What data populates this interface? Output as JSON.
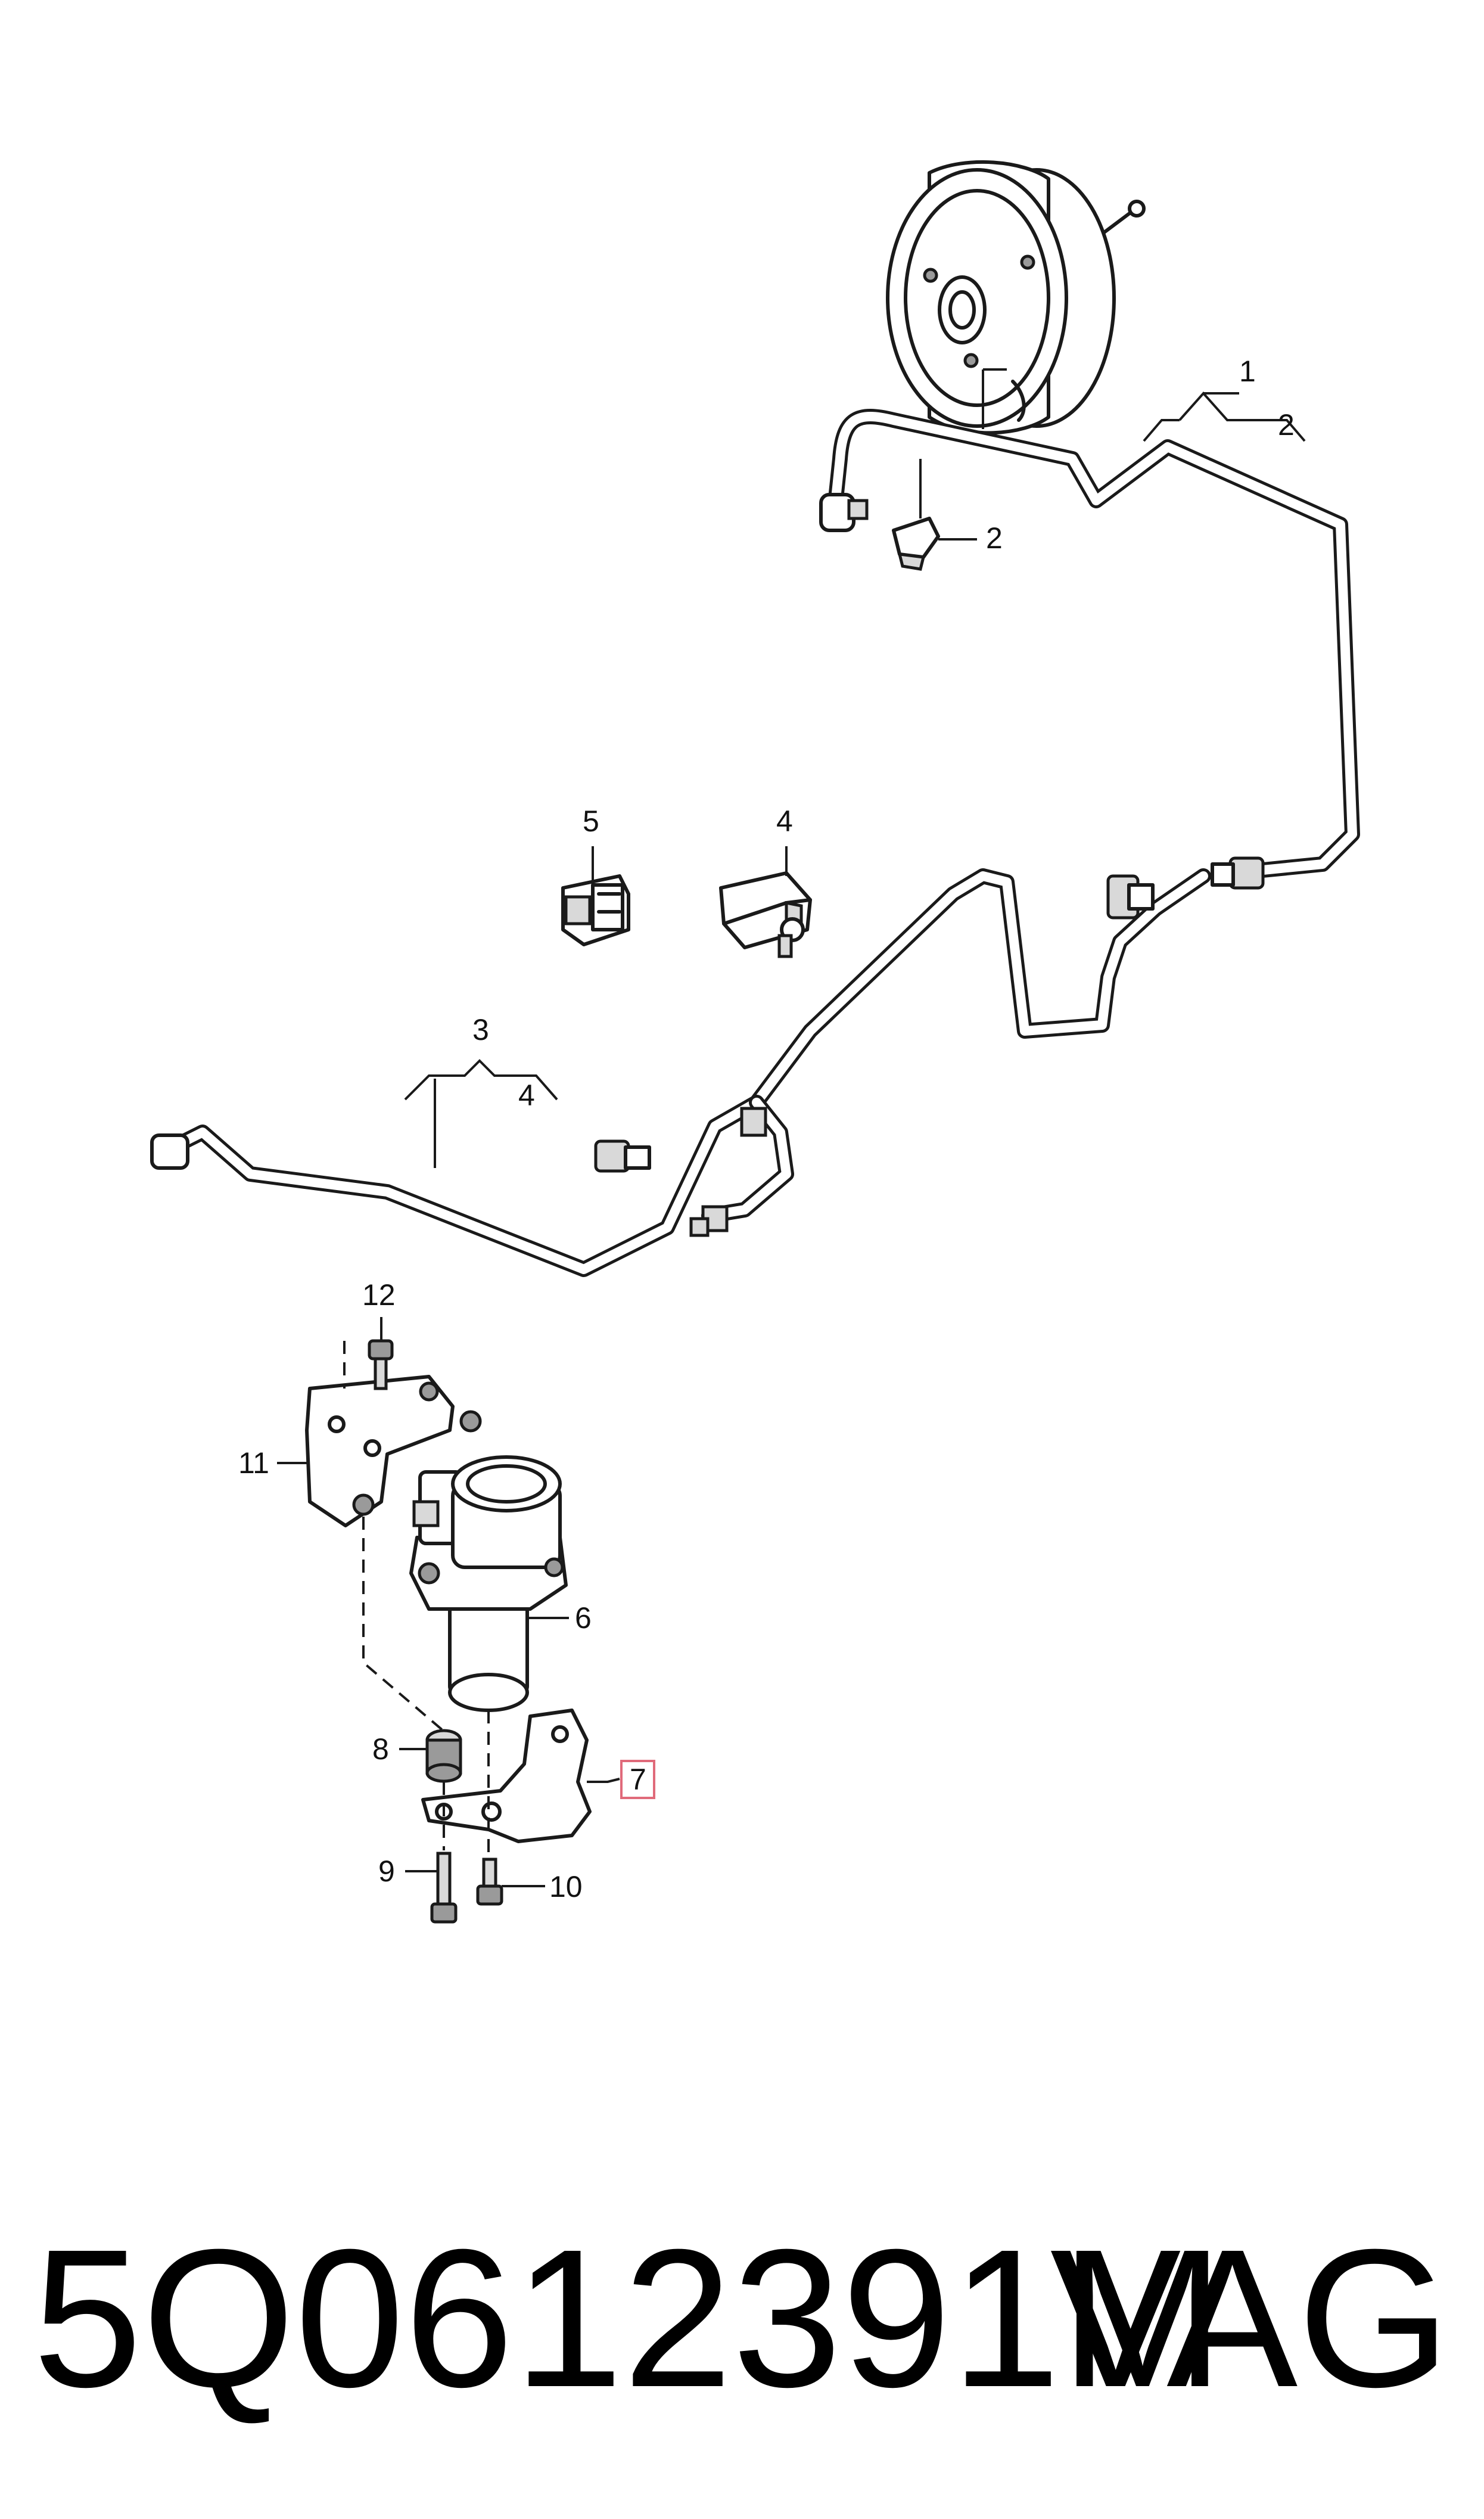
{
  "callouts": {
    "c1": "1",
    "c2a": "2",
    "c2b": "2",
    "c3": "3",
    "c4a": "4",
    "c4b": "4",
    "c5": "5",
    "c6": "6",
    "c7": "7",
    "c8": "8",
    "c9": "9",
    "c10": "10",
    "c11": "11",
    "c12": "12"
  },
  "footer": {
    "part_number": "5Q0612391M",
    "brand": "VAG"
  },
  "colors": {
    "line": "#1a1a1a",
    "highlight_box": "#e06a7a",
    "background": "#ffffff"
  }
}
